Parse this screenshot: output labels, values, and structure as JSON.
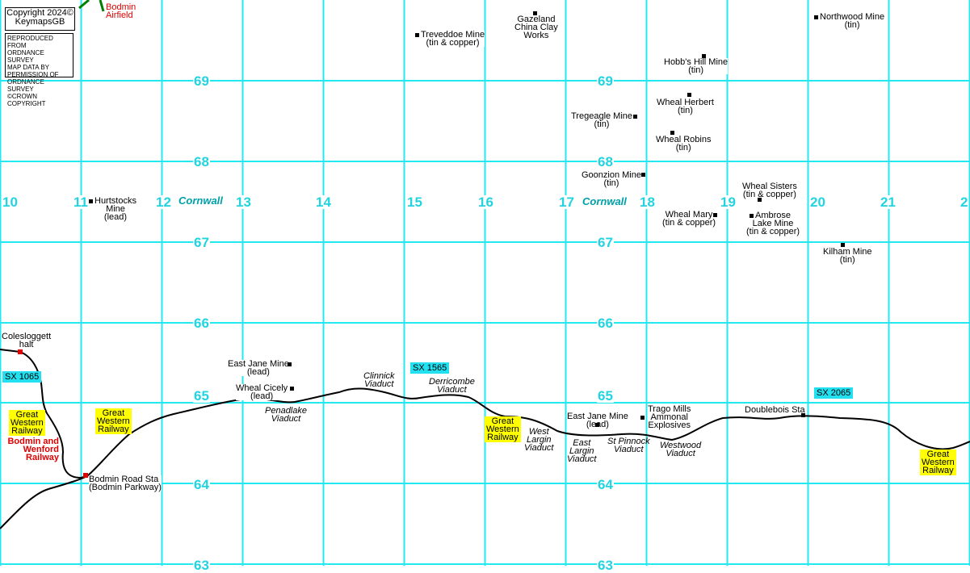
{
  "copyright": "Copyright 2024©\nKeymapsGB",
  "os_notice": "REPRODUCED FROM\nORDNANCE SURVEY\nMAP DATA BY\nPERMISSION OF\nORDNANCE SURVEY\n©CROWN COPYRIGHT",
  "eastings": [
    "10",
    "11",
    "12",
    "13",
    "14",
    "15",
    "16",
    "17",
    "18",
    "19",
    "20",
    "21",
    "2"
  ],
  "northings": [
    "69",
    "68",
    "67",
    "66",
    "65",
    "64",
    "63"
  ],
  "county": "Cornwall",
  "airfield": "Bodmin\nAirfield",
  "mines": [
    "Treveddoe Mine\n(tin & copper)",
    "Gazeland\nChina Clay\nWorks",
    "Northwood Mine\n(tin)",
    "Hobb's Hill Mine\n(tin)",
    "Wheal Herbert\n(tin)",
    "Tregeagle Mine\n(tin)",
    "Wheal Robins\n(tin)",
    "Goonzion Mine\n(tin)",
    "Wheal Sisters\n(tin & copper)",
    "Wheal Mary\n(tin & copper)",
    "Ambrose\nLake Mine\n(tin & copper)",
    "Kilham Mine\n(tin)",
    "Hurtstocks\nMine\n(lead)",
    "East Jane Mine\n(lead)",
    "Wheal Cicely\n(lead)",
    "East Jane Mine\n(lead)",
    "Trago Mills\nAmmonal\nExplosives"
  ],
  "stations": [
    "Colesloggett\nhalt",
    "Bodmin Road Sta\n(Bodmin Parkway)",
    "Doublebois Sta"
  ],
  "viaducts": [
    "Penadlake\nViaduct",
    "Clinnick\nViaduct",
    "Derricombe\nViaduct",
    "West\nLargin\nViaduct",
    "East\nLargin\nViaduct",
    "St Pinnock\nViaduct",
    "Westwood\nViaduct"
  ],
  "railway": "Great\nWestern\nRailway",
  "bodmin_wenford": "Bodmin and\nWenford\nRailway",
  "grid_refs": [
    "SX 1065",
    "SX 1565",
    "SX 2065"
  ],
  "colors": {
    "grid": "#22d4e0",
    "gwr": "#ffff00",
    "stations": "#e00000",
    "airfield": "#008000"
  }
}
